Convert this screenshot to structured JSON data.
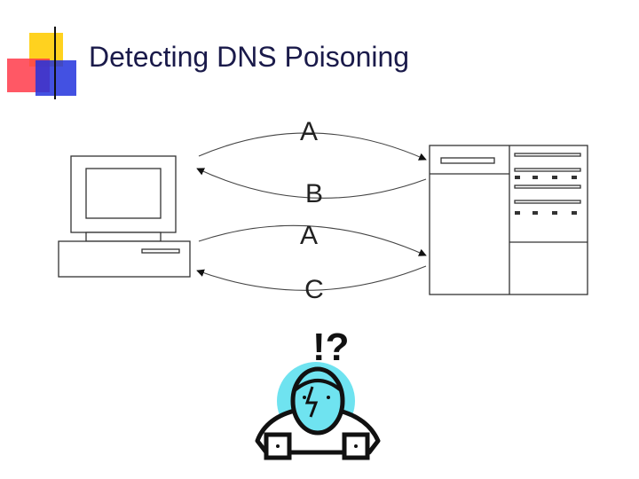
{
  "slide": {
    "title": "Detecting DNS Poisoning"
  },
  "diagram": {
    "messages": [
      {
        "label": "A",
        "direction": "client-to-server"
      },
      {
        "label": "B",
        "direction": "server-to-client"
      },
      {
        "label": "A",
        "direction": "client-to-server"
      },
      {
        "label": "C",
        "direction": "server-to-client"
      }
    ],
    "figure_marks": "!?"
  },
  "colors": {
    "title_text": "#1a1a4a",
    "accent_yellow": "#ffd21f",
    "accent_red": "#ff3b4a",
    "accent_blue": "#2233dd",
    "rule_gray": "#a0a0a0",
    "head_cyan": "#6fe3f0",
    "line_dark": "#333333"
  },
  "icons": [
    "client-computer-icon",
    "dns-server-icon",
    "confused-person-icon",
    "arrow-icon"
  ]
}
